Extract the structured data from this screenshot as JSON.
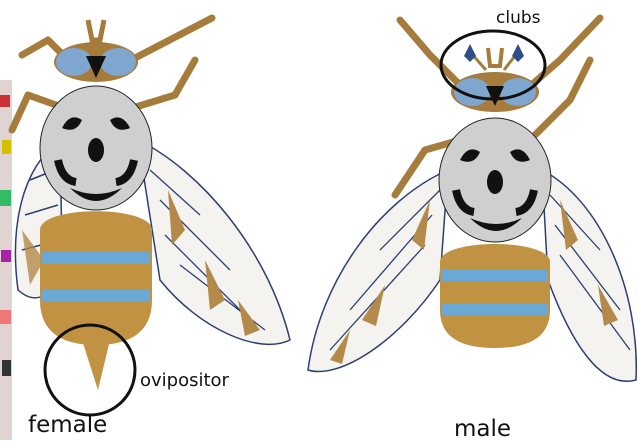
{
  "labels": {
    "female": "female",
    "male": "male",
    "ovipositor": "ovipositor",
    "clubs": "clubs"
  },
  "colors": {
    "body_tan": "#c29243",
    "stripe_blue": "#6aa8d6",
    "thorax_grey": "#cfcfcf",
    "marking_black": "#111111",
    "eye_blue": "#7fa6cf",
    "wing_outline": "#2c3f72",
    "wing_spot": "#b48a4a",
    "leg_brown": "#a67c3c"
  },
  "icons": [
    "female-fly-illustration",
    "male-fly-illustration",
    "ovipositor-circle",
    "clubs-circle"
  ]
}
